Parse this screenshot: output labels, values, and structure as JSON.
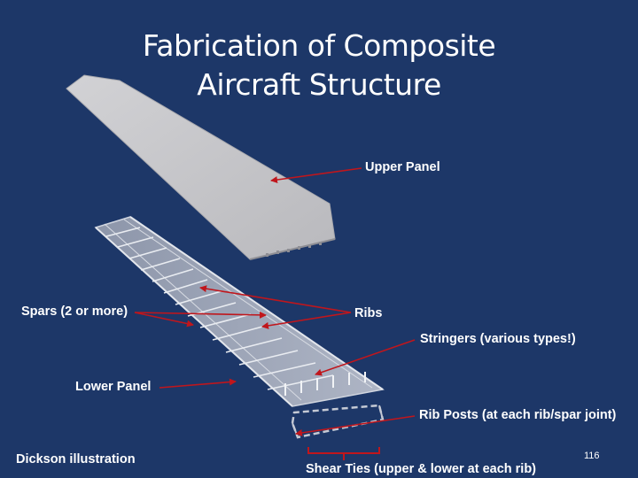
{
  "title": {
    "line1": "Fabrication of Composite",
    "line2": "Aircraft Structure"
  },
  "labels": {
    "upper_panel": "Upper Panel",
    "spars": "Spars (2 or more)",
    "ribs": "Ribs",
    "stringers": "Stringers (various types!)",
    "lower_panel": "Lower Panel",
    "rib_posts": "Rib Posts  (at each rib/spar joint)",
    "shear_ties": "Shear Ties (upper & lower at each rib)"
  },
  "credit": "Dickson illustration",
  "page_number": "116",
  "colors": {
    "background": "#1d3768",
    "panel": "#c9c9cc",
    "arrow": "#c0161c",
    "text": "#ffffff"
  }
}
